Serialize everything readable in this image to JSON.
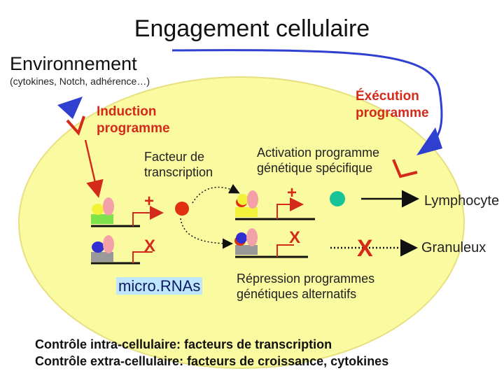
{
  "title": "Engagement cellulaire",
  "environment": {
    "label": "Environnement",
    "sublabel": "(cytokines, Notch, adhérence…)"
  },
  "induction": {
    "line1": "Induction",
    "line2": "programme"
  },
  "execution": {
    "line1": "Éxécution",
    "line2": "programme"
  },
  "facteur": {
    "line1": "Facteur de",
    "line2": "transcription"
  },
  "activation": {
    "line1": "Activation programme",
    "line2": "génétique spécifique"
  },
  "repression": {
    "line1": "Répression programmes",
    "line2": "génétiques alternatifs"
  },
  "micro": "micro.RNAs",
  "outcomes": {
    "lymphocyte": "Lymphocyte",
    "granuleux": "Granuleux"
  },
  "signs": {
    "plus": "+",
    "cross": "X"
  },
  "bottom": {
    "line1": "Contrôle intra-cellulaire: facteurs de transcription",
    "line2": "Contrôle extra-cellulaire: facteurs de croissance, cytokines"
  },
  "colors": {
    "cell": "#fafaa0",
    "accent_red": "#d42a1a",
    "arrow_blue": "#2f3fd0",
    "teal": "#17c49a"
  }
}
